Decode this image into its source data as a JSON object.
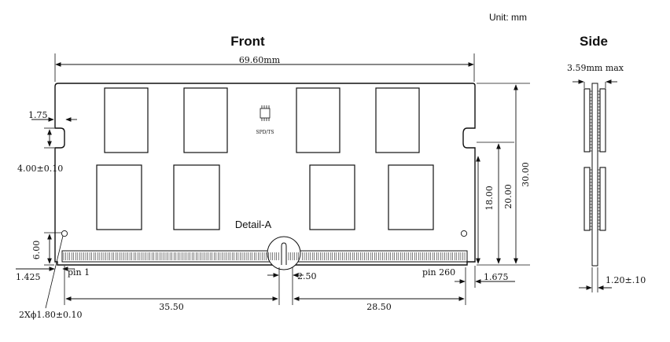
{
  "unit_label": "Unit:  mm",
  "views": {
    "front_title": "Front",
    "side_title": "Side"
  },
  "chip_label": "SPD/TS",
  "detail_label": "Detail-A",
  "pins": {
    "first": "pin 1",
    "last": "pin 260"
  },
  "dimensions": {
    "overall_width": "69.60mm",
    "notch_width": "1.75",
    "notch_height": "4.00±0.10",
    "hole_height": "6.00",
    "left_edge": "1.425",
    "hole_diameter": "2Xϕ1.80±0.10",
    "key_width": "2.50",
    "left_pitch_span": "35.50",
    "right_pitch_span": "28.50",
    "right_edge": "1.675",
    "total_height": "30.00",
    "notch_to_bottom": "20.00",
    "hole_to_bottom": "18.00",
    "side_thickness": "3.59mm max",
    "pcb_thickness": "1.20±.10"
  },
  "colors": {
    "line": "#111111",
    "fill": "#ffffff"
  }
}
